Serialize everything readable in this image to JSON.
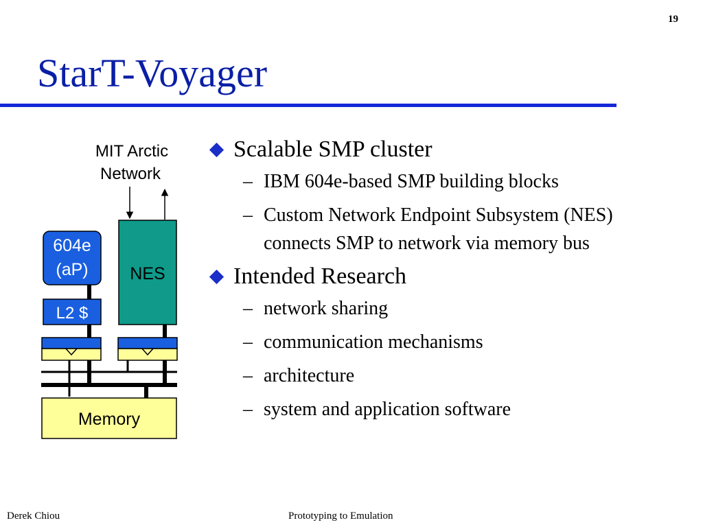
{
  "page_number": "19",
  "title": "StarT-Voyager",
  "colors": {
    "title": "#0a1fa6",
    "rule": "#1428d8",
    "bullet": "#1a2ec8",
    "processor_fill": "#1a5fe0",
    "nes_fill": "#0f9a8a",
    "memory_fill": "#ffff99"
  },
  "diagram": {
    "network_label_line1": "MIT Arctic",
    "network_label_line2": "Network",
    "processor_line1": "604e",
    "processor_line2": "(aP)",
    "nes_label": "NES",
    "cache_label": "L2 $",
    "memory_label": "Memory"
  },
  "bullets": [
    {
      "text": "Scalable SMP cluster",
      "sub": [
        "IBM 604e-based SMP building blocks",
        "Custom Network Endpoint Subsystem (NES) connects SMP to network via memory bus"
      ]
    },
    {
      "text": "Intended Research",
      "sub": [
        "network sharing",
        "communication mechanisms",
        "architecture",
        "system and application software"
      ]
    }
  ],
  "footer": {
    "author": "Derek Chiou",
    "topic": "Prototyping to Emulation"
  }
}
